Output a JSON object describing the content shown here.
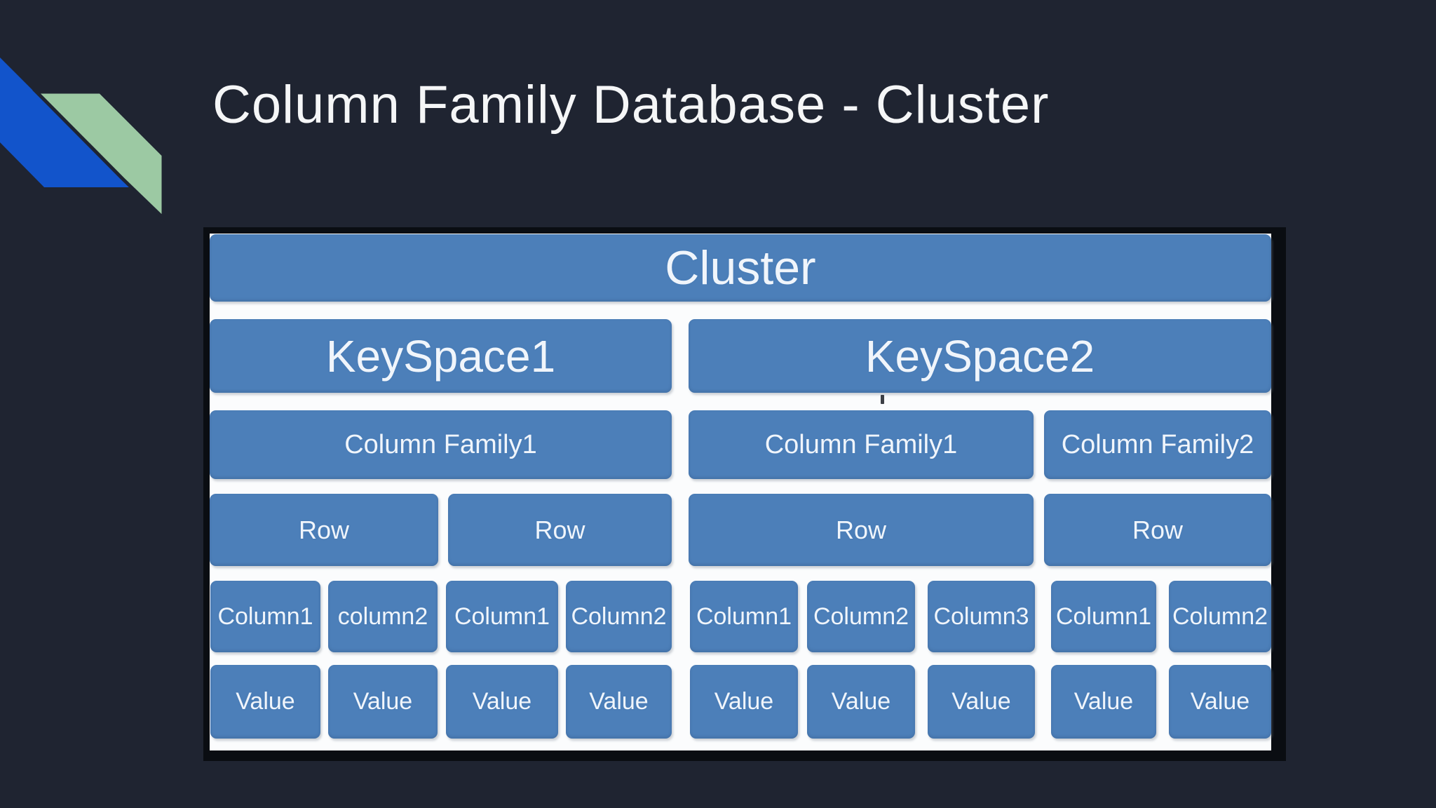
{
  "slide": {
    "title": "Column Family Database - Cluster",
    "colors": {
      "background": "#1F2431",
      "title_color": "#F5F6F7",
      "ribbon_blue": "#1254CB",
      "ribbon_green": "#9CC9A3",
      "box_blue": "#4C7FB9",
      "box_text": "#F0F5FB",
      "diagram_border": "#0A0D12",
      "diagram_bg": "#FBFCFD"
    }
  },
  "diagram": {
    "cluster_label": "Cluster",
    "keyspaces": [
      {
        "label": "KeySpace1",
        "column_families": [
          {
            "label": "Column Family1",
            "rows": [
              {
                "label": "Row",
                "columns": [
                  {
                    "label": "Column1",
                    "value": "Value"
                  },
                  {
                    "label": "column2",
                    "value": "Value"
                  }
                ]
              },
              {
                "label": "Row",
                "columns": [
                  {
                    "label": "Column1",
                    "value": "Value"
                  },
                  {
                    "label": "Column2",
                    "value": "Value"
                  }
                ]
              }
            ]
          }
        ]
      },
      {
        "label": "KeySpace2",
        "column_families": [
          {
            "label": "Column Family1",
            "rows": [
              {
                "label": "Row",
                "columns": [
                  {
                    "label": "Column1",
                    "value": "Value"
                  },
                  {
                    "label": "Column2",
                    "value": "Value"
                  },
                  {
                    "label": "Column3",
                    "value": "Value"
                  }
                ]
              }
            ]
          },
          {
            "label": "Column Family2",
            "rows": [
              {
                "label": "Row",
                "columns": [
                  {
                    "label": "Column1",
                    "value": "Value"
                  },
                  {
                    "label": "Column2",
                    "value": "Value"
                  }
                ]
              }
            ]
          }
        ]
      }
    ]
  }
}
